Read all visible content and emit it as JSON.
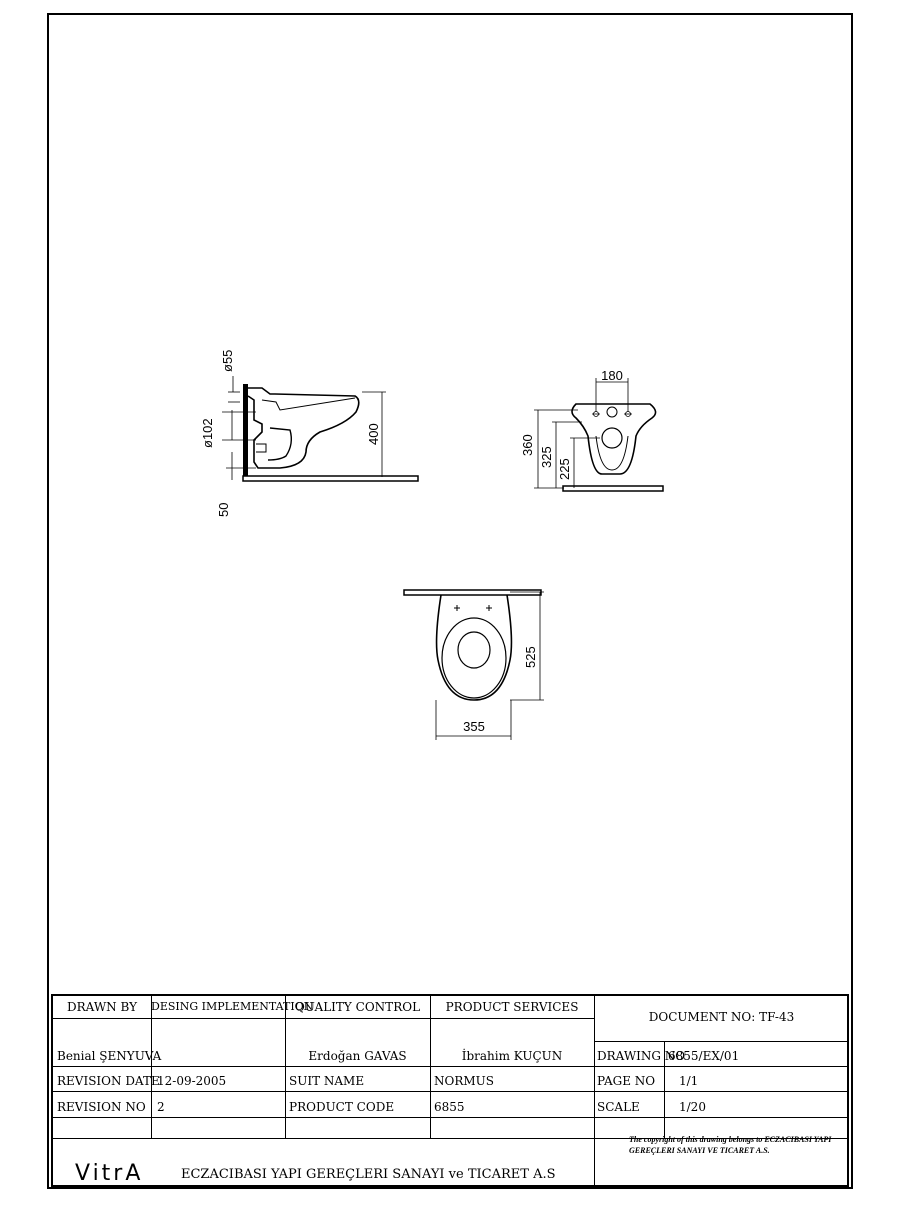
{
  "drawing": {
    "views": {
      "side": {
        "dims": {
          "d55": "ø55",
          "d102": "ø102",
          "h400": "400",
          "h50": "50"
        }
      },
      "front": {
        "dims": {
          "w180": "180",
          "h360": "360",
          "h325": "325",
          "h225": "225"
        }
      },
      "top": {
        "dims": {
          "l525": "525",
          "w355": "355"
        }
      }
    }
  },
  "title_block": {
    "headers": {
      "drawn_by": "DRAWN BY",
      "design_impl": "DESING IMPLEMENTATION",
      "quality_control": "QUALITY CONTROL",
      "product_services": "PRODUCT SERVICES"
    },
    "names": {
      "drawn_by": "Benial ŞENYUVA",
      "design_impl": "",
      "quality_control": "Erdoğan GAVAS",
      "product_services": "İbrahim KUÇUN"
    },
    "revision_date_label": "REVISION DATE",
    "revision_date": "12-09-2005",
    "suit_name_label": "SUIT NAME",
    "suit_name": "NORMUS",
    "revision_no_label": "REVISION NO",
    "revision_no": "2",
    "product_code_label": "PRODUCT CODE",
    "product_code": "6855",
    "document_no": "DOCUMENT NO: TF-43",
    "drawing_no_label": "DRAWING NO",
    "drawing_no": "6855/EX/01",
    "page_no_label": "PAGE NO",
    "page_no": "1/1",
    "scale_label": "SCALE",
    "scale": "1/20",
    "logo": "VitrA",
    "company": "ECZACIBASI YAPI GEREÇLERI SANAYI ve TICARET A.S",
    "copyright": "The copyright of this drawing belongs to ECZACIBASI YAPI GEREÇLERI SANAYI VE TICARET A.S."
  }
}
